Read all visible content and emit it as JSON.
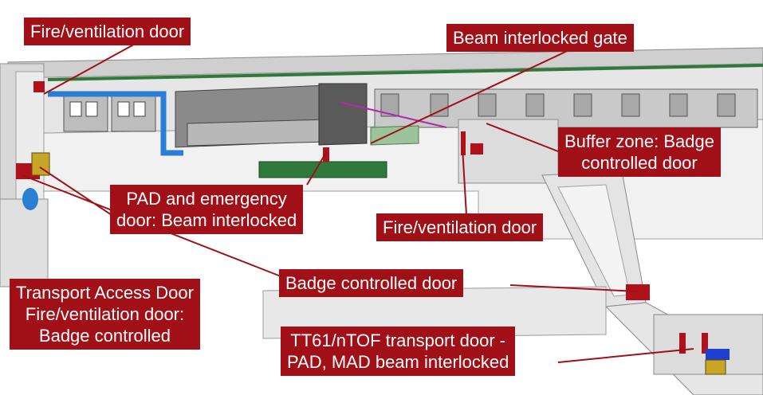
{
  "labels": {
    "fire_door_top": {
      "lines": [
        "Fire/ventilation door"
      ]
    },
    "beam_gate": {
      "lines": [
        "Beam interlocked gate"
      ]
    },
    "buffer_zone": {
      "lines": [
        "Buffer zone: Badge",
        "controlled door"
      ]
    },
    "pad_emergency": {
      "lines": [
        "PAD and emergency",
        "door: Beam interlocked"
      ]
    },
    "fire_door_mid": {
      "lines": [
        "Fire/ventilation door"
      ]
    },
    "badge_door": {
      "lines": [
        "Badge controlled door"
      ]
    },
    "transport_access": {
      "lines": [
        "Transport Access Door",
        "Fire/ventilation door:",
        "Badge controlled"
      ]
    },
    "tt61_door": {
      "lines": [
        "TT61/nTOF transport door -",
        "PAD, MAD beam interlocked"
      ]
    }
  },
  "colors": {
    "label_bg": "#a10f17",
    "label_text": "#ffffff",
    "door_red": "#b0121b",
    "pipe_blue": "#2a7fd4",
    "rack_green": "#2f7a3a",
    "magenta_line": "#b02ab0"
  }
}
